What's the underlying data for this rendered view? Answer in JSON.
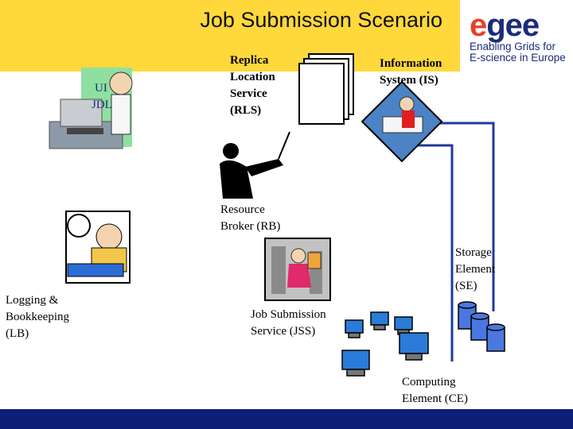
{
  "header": {
    "title": "Job Submission Scenario"
  },
  "logo": {
    "word": "egee",
    "line1": "Enabling Grids for",
    "line2": "E-science in Europe"
  },
  "components": {
    "ui": {
      "line1": "UI",
      "line2": "JDL"
    },
    "rls": {
      "line1": "Replica",
      "line2": "Location",
      "line3": "Service",
      "line4": "(RLS)"
    },
    "is": {
      "line1": "Information",
      "line2": "System (IS)"
    },
    "rb": {
      "line1": "Resource",
      "line2": "Broker (RB)"
    },
    "se": {
      "line1": "Storage",
      "line2": "Element",
      "line3": "(SE)"
    },
    "lb": {
      "line1": "Logging &",
      "line2": "Bookkeeping",
      "line3": "(LB)"
    },
    "jss": {
      "line1": "Job Submission",
      "line2": "Service (JSS)"
    },
    "ce": {
      "line1": "Computing",
      "line2": "Element (CE)"
    }
  },
  "colors": {
    "title_band": "#ffd83b",
    "footer": "#0e1f7a",
    "connector": "#1f3a9c",
    "logo_accent": "#e8412c"
  }
}
